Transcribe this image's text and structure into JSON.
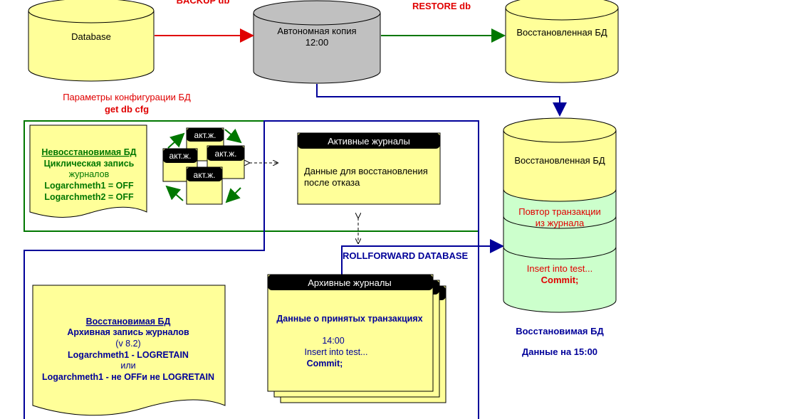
{
  "top": {
    "backup_label": "BACKUP db",
    "restore_label": "RESTORE db",
    "database": "Database",
    "offline_copy": "Автономная копия",
    "offline_time": "12:00",
    "restored_db": "Восстановленная БД"
  },
  "config": {
    "params_label": "Параметры конфигурации БД",
    "command": "get db cfg"
  },
  "circular": {
    "title": "Невосстановимая БД",
    "line1": "Циклическая запись",
    "line2": "журналов",
    "line3": "Logarchmeth1 = OFF",
    "line4": "Logarchmeth2 = OFF",
    "log_label": "акт.ж."
  },
  "active_logs": {
    "title": "Активные журналы",
    "line1": "Данные для восстановления",
    "line2": "после отказа"
  },
  "archive": {
    "title": "Восстановимая БД",
    "line1": "Архивная запись журналов",
    "line2": "(v 8.2)",
    "line3": "Logarchmeth1 - LOGRETAIN",
    "line4": "или",
    "line5": "Logarchmeth1 - не OFFи не LOGRETAIN"
  },
  "rollforward": "ROLLFORWARD DATABASE",
  "archived_logs": {
    "title": "Архивные журналы",
    "line1": "Данные о принятых транзакциях",
    "time": "14:00",
    "insert": "Insert into test...",
    "commit": "Commit;"
  },
  "right_db": {
    "restored": "Восстановленная БД",
    "replay1": "Повтор транзакции",
    "replay2": "из журнала",
    "insert": "Insert into test...",
    "commit": "Commit;",
    "caption1": "Восстановимая БД",
    "caption2": "Данные на 15:00"
  },
  "colors": {
    "yellow_fill": "#ffff99",
    "gray_fill": "#c0c0c0",
    "green_fill": "#ccffcc",
    "blue_line": "#000099",
    "green_line": "#007700",
    "red_line": "#ff0000",
    "header_black": "#000000"
  }
}
